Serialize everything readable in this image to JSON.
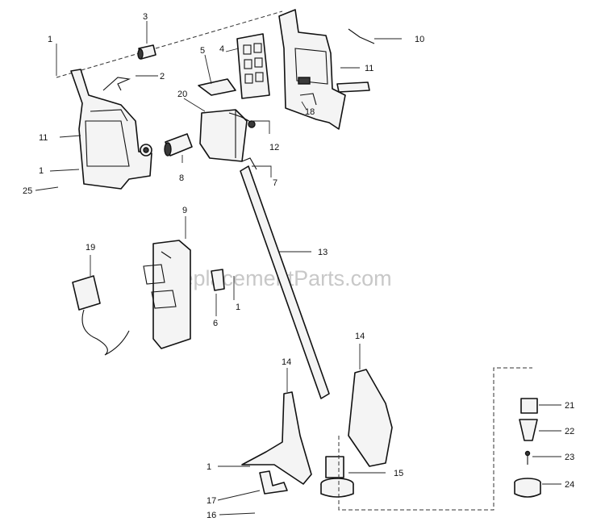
{
  "watermark": "eReplacementParts.com",
  "callouts": {
    "c1a": "1",
    "c1b": "1",
    "c1c": "1",
    "c1d": "1",
    "c2": "2",
    "c3": "3",
    "c4": "4",
    "c5": "5",
    "c6": "6",
    "c7": "7",
    "c8": "8",
    "c9": "9",
    "c10": "10",
    "c11a": "11",
    "c11b": "11",
    "c12": "12",
    "c13": "13",
    "c14a": "14",
    "c14b": "14",
    "c15": "15",
    "c16": "16",
    "c17": "17",
    "c18": "18",
    "c19": "19",
    "c20": "20",
    "c21": "21",
    "c22": "22",
    "c23": "23",
    "c24": "24",
    "c25": "25"
  }
}
